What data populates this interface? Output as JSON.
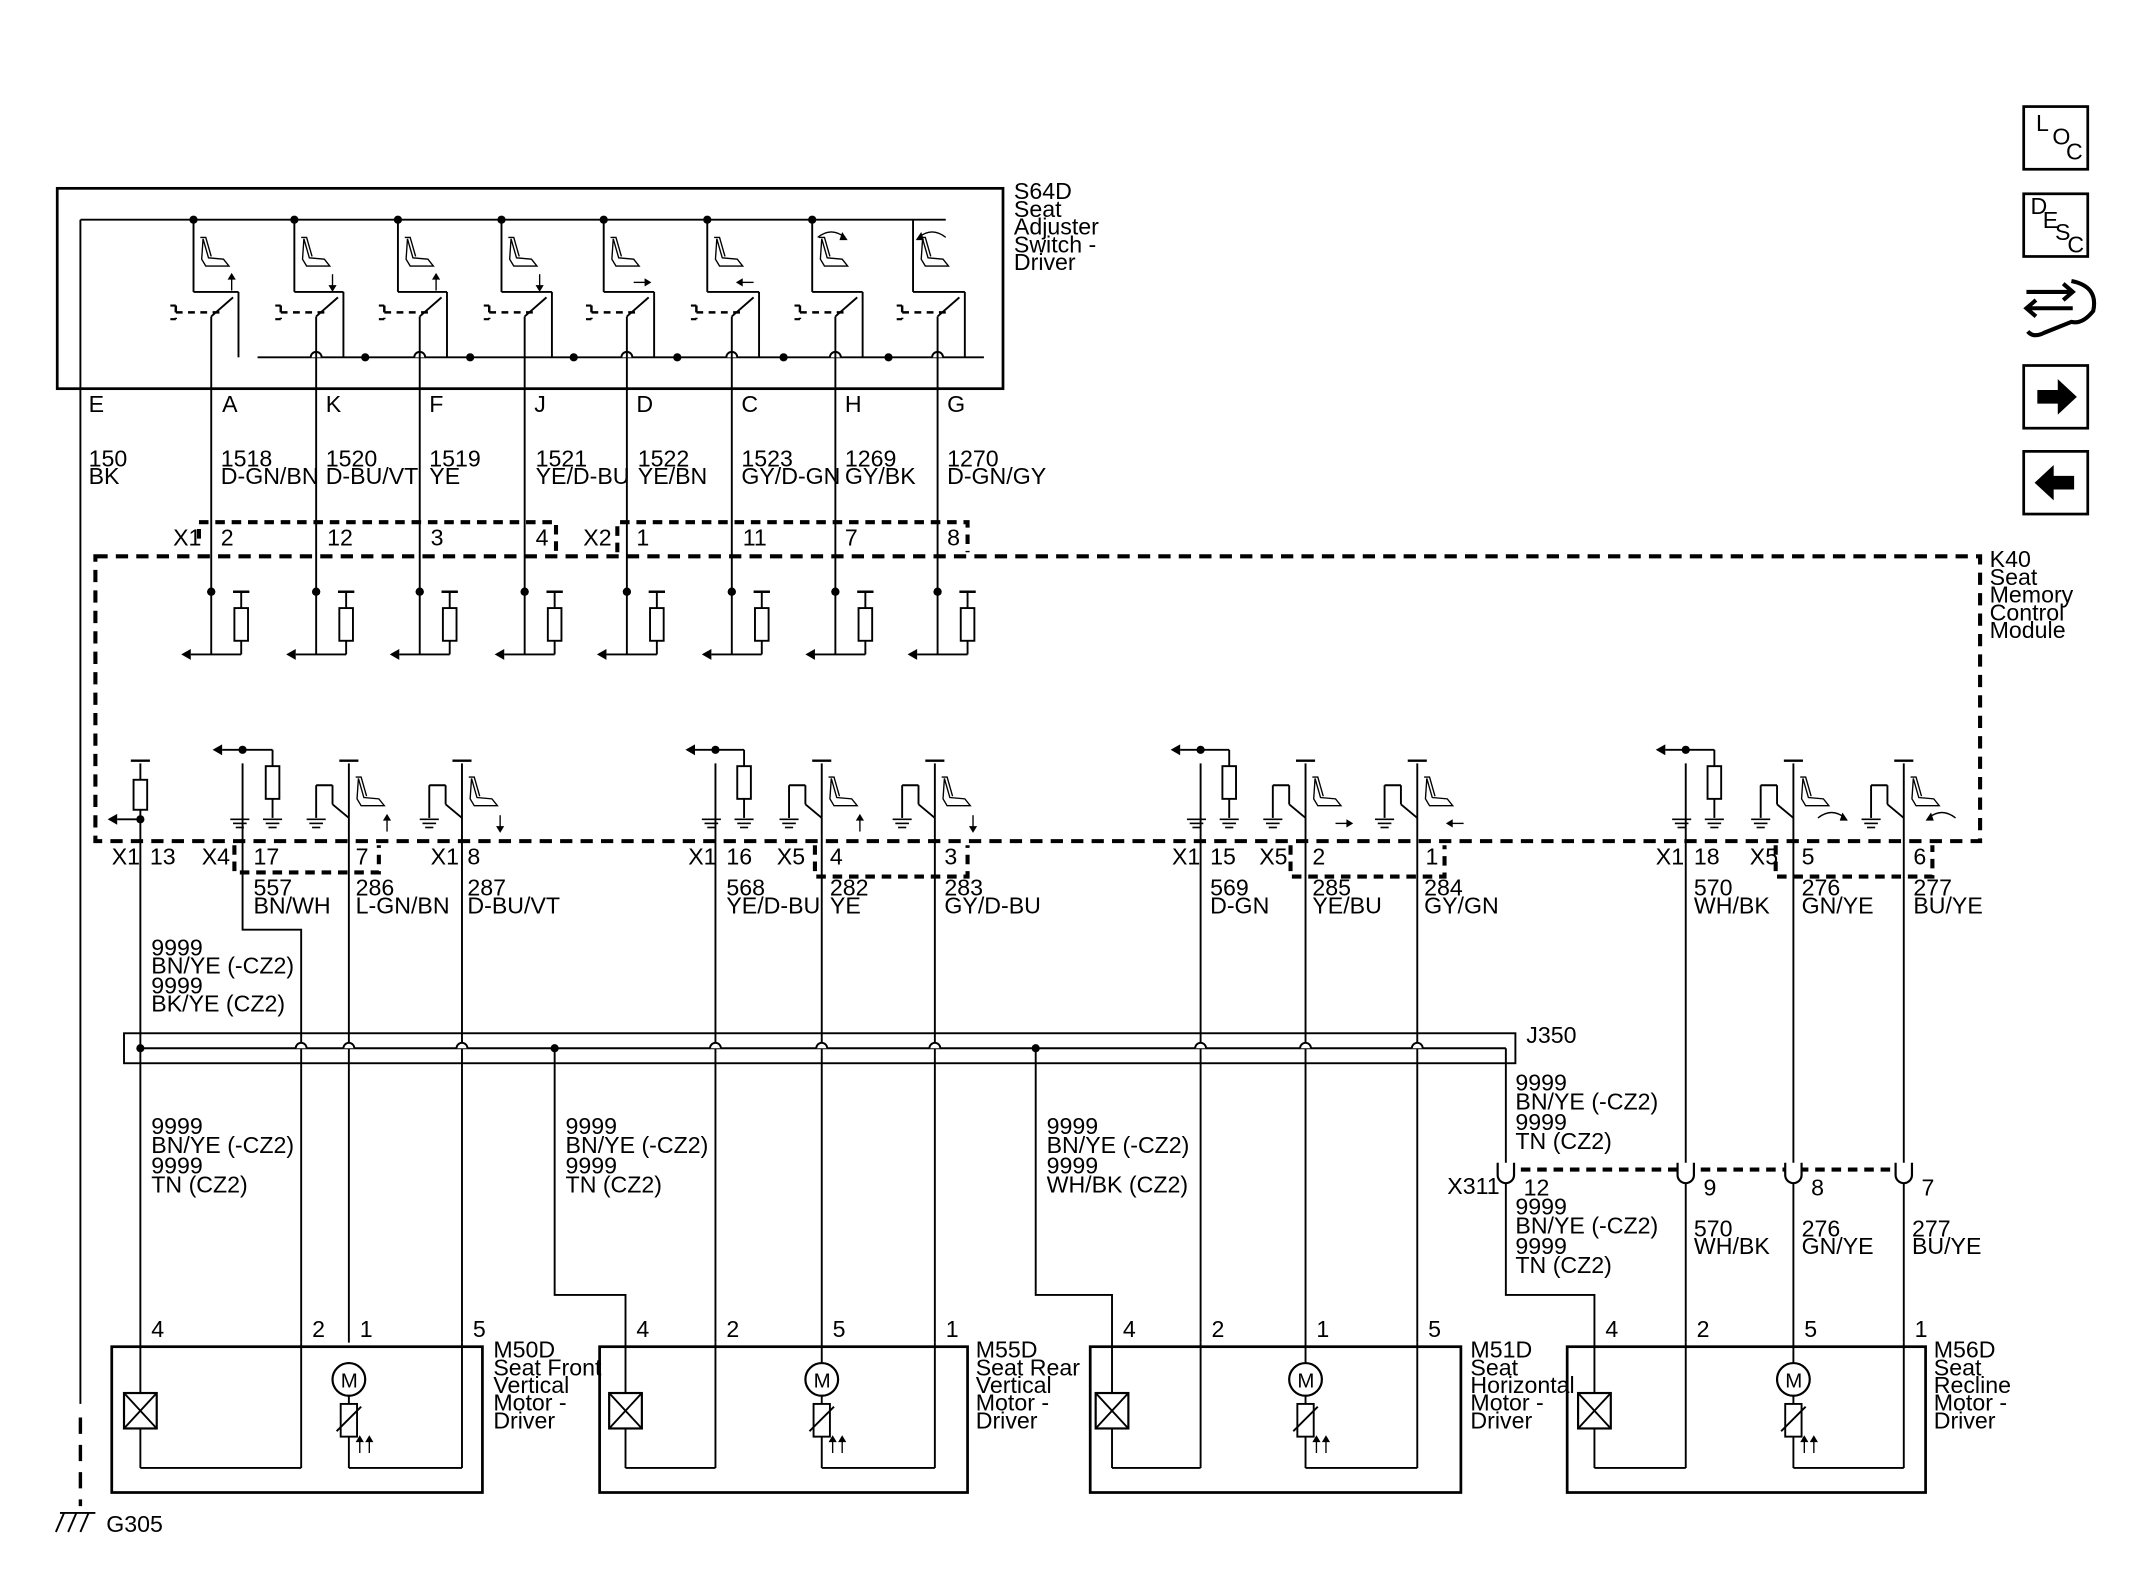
{
  "nav": {
    "loc": {
      "l1": "L",
      "l2": "O",
      "l3": "C"
    },
    "desc": {
      "l1": "D",
      "l2": "E",
      "l3": "S",
      "l4": "C"
    }
  },
  "switch": {
    "label": [
      "S64D",
      "Seat",
      "Adjuster",
      "Switch -",
      "Driver"
    ],
    "pins": [
      "E",
      "A",
      "K",
      "F",
      "J",
      "D",
      "C",
      "H",
      "G"
    ]
  },
  "wires_top": [
    {
      "circuit": "150",
      "color": "BK"
    },
    {
      "circuit": "1518",
      "color": "D-GN/BN"
    },
    {
      "circuit": "1520",
      "color": "D-BU/VT"
    },
    {
      "circuit": "1519",
      "color": "YE"
    },
    {
      "circuit": "1521",
      "color": "YE/D-BU"
    },
    {
      "circuit": "1522",
      "color": "YE/BN"
    },
    {
      "circuit": "1523",
      "color": "GY/D-GN"
    },
    {
      "circuit": "1269",
      "color": "GY/BK"
    },
    {
      "circuit": "1270",
      "color": "D-GN/GY"
    }
  ],
  "module": {
    "label": [
      "K40",
      "Seat",
      "Memory",
      "Control",
      "Module"
    ],
    "conn_top": {
      "x1": "X1",
      "x2": "X2",
      "pins": [
        "2",
        "12",
        "3",
        "4",
        "1",
        "11",
        "7",
        "8"
      ]
    },
    "conn_bottom": {
      "x1": "X1",
      "x4": "X4",
      "x5": "X5",
      "pins": [
        "13",
        "17",
        "7",
        "8",
        "16",
        "4",
        "3",
        "15",
        "2",
        "1",
        "18",
        "5",
        "6"
      ]
    }
  },
  "wires_mid": [
    {
      "circuit": "557",
      "color": "BN/WH"
    },
    {
      "circuit": "286",
      "color": "L-GN/BN"
    },
    {
      "circuit": "287",
      "color": "D-BU/VT"
    },
    {
      "circuit": "568",
      "color": "YE/D-BU"
    },
    {
      "circuit": "282",
      "color": "YE"
    },
    {
      "circuit": "283",
      "color": "GY/D-BU"
    },
    {
      "circuit": "569",
      "color": "D-GN"
    },
    {
      "circuit": "285",
      "color": "YE/BU"
    },
    {
      "circuit": "284",
      "color": "GY/GN"
    },
    {
      "circuit": "570",
      "color": "WH/BK"
    },
    {
      "circuit": "276",
      "color": "GN/YE"
    },
    {
      "circuit": "277",
      "color": "BU/YE"
    }
  ],
  "ground_wire": [
    "9999",
    "BN/YE (-CZ2)",
    "9999",
    "BK/YE (CZ2)"
  ],
  "splice": {
    "name": "J350"
  },
  "ground_wire_m50": [
    "9999",
    "BN/YE (-CZ2)",
    "9999",
    "TN    (CZ2)"
  ],
  "ground_wire_m55": [
    "9999",
    "BN/YE (-CZ2)",
    "9999",
    "TN    (CZ2)"
  ],
  "ground_wire_m51": [
    "9999",
    "BN/YE (-CZ2)",
    "9999",
    "WH/BK  (CZ2)"
  ],
  "ground_wire_x311_top": [
    "9999",
    "BN/YE (-CZ2)",
    "9999",
    "TN    (CZ2)"
  ],
  "ground_wire_x311_bottom": [
    "9999",
    "BN/YE (-CZ2)",
    "9999",
    "TN    (CZ2)"
  ],
  "x311": {
    "name": "X311",
    "pins": [
      "12",
      "9",
      "8",
      "7"
    ],
    "wires": [
      {
        "circuit": "570",
        "color": "WH/BK"
      },
      {
        "circuit": "276",
        "color": "GN/YE"
      },
      {
        "circuit": "277",
        "color": "BU/YE"
      }
    ]
  },
  "motors": [
    {
      "label": [
        "M50D",
        "Seat Front",
        "Vertical",
        "Motor -",
        "Driver"
      ],
      "pins": [
        "4",
        "2",
        "1",
        "5"
      ]
    },
    {
      "label": [
        "M55D",
        "Seat Rear",
        "Vertical",
        "Motor -",
        "Driver"
      ],
      "pins": [
        "4",
        "2",
        "5",
        "1"
      ]
    },
    {
      "label": [
        "M51D",
        "Seat",
        "Horizontal",
        "Motor -",
        "Driver"
      ],
      "pins": [
        "4",
        "2",
        "1",
        "5"
      ]
    },
    {
      "label": [
        "M56D",
        "Seat",
        "Recline",
        "Motor -",
        "Driver"
      ],
      "pins": [
        "4",
        "2",
        "5",
        "1"
      ]
    }
  ],
  "ground": {
    "name": "G305"
  },
  "icons": {
    "seat": "seat-icon",
    "motor": "motor-icon",
    "ground": "ground-icon",
    "connector": "connector-icon"
  }
}
